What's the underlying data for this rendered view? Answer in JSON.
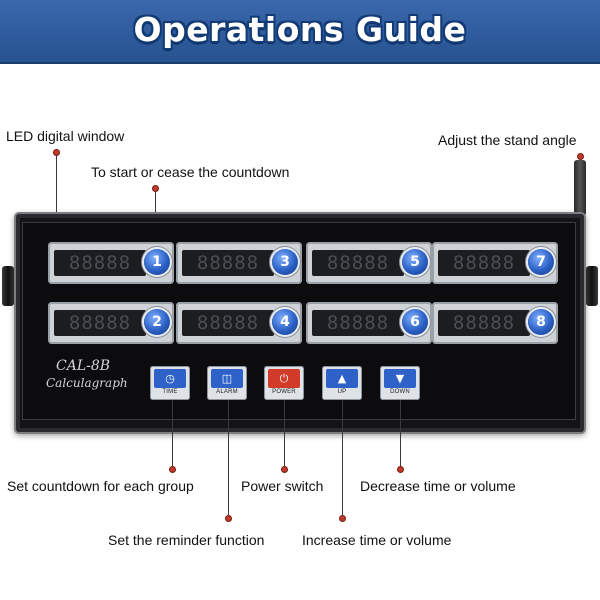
{
  "title": "Operations Guide",
  "callouts": {
    "led_window": "LED digital window",
    "start_stop": "To start or cease the countdown",
    "stand_angle": "Adjust the stand angle",
    "set_countdown": "Set countdown for each group",
    "power_switch": "Power switch",
    "decrease": "Decrease time or volume",
    "reminder": "Set the reminder function",
    "increase": "Increase time or volume"
  },
  "device": {
    "model": "CAL-8B",
    "brand": "Calculagraph",
    "display_placeholder": "88888",
    "timers": [
      "1",
      "2",
      "3",
      "4",
      "5",
      "6",
      "7",
      "8"
    ],
    "keys": [
      {
        "glyph": "◷",
        "label": "TIME",
        "color": "#2f62c9"
      },
      {
        "glyph": "◫",
        "label": "ALARM",
        "color": "#2f62c9"
      },
      {
        "glyph": "⏻",
        "label": "POWER",
        "color": "#d23b2a"
      },
      {
        "glyph": "▲",
        "label": "UP",
        "color": "#2f62c9"
      },
      {
        "glyph": "▼",
        "label": "DOWN",
        "color": "#2f62c9"
      }
    ]
  }
}
